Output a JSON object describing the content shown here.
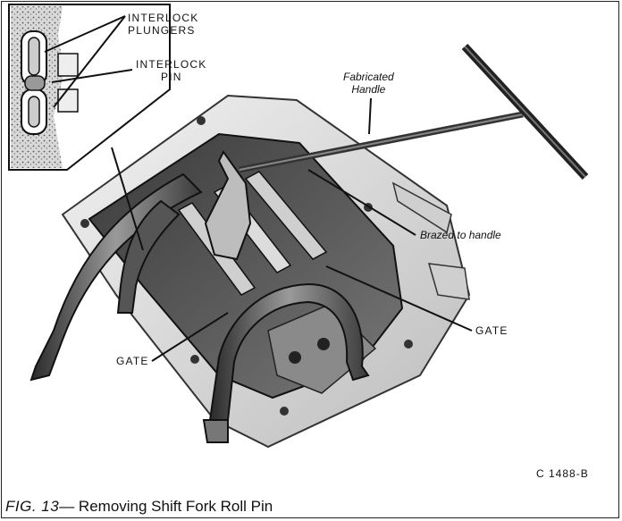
{
  "labels": {
    "interlock_plungers": [
      "INTERLOCK",
      "PLUNGERS"
    ],
    "interlock_pin": [
      "INTERLOCK",
      "PIN"
    ],
    "fabricated_handle": [
      "Fabricated",
      "Handle"
    ],
    "brazed_to_handle": "Brazed to handle",
    "gate_right": "GATE",
    "gate_left": "GATE"
  },
  "figure": {
    "number": "FIG. 13",
    "title": "Removing Shift Fork Roll Pin",
    "code": "C 1488-B"
  }
}
